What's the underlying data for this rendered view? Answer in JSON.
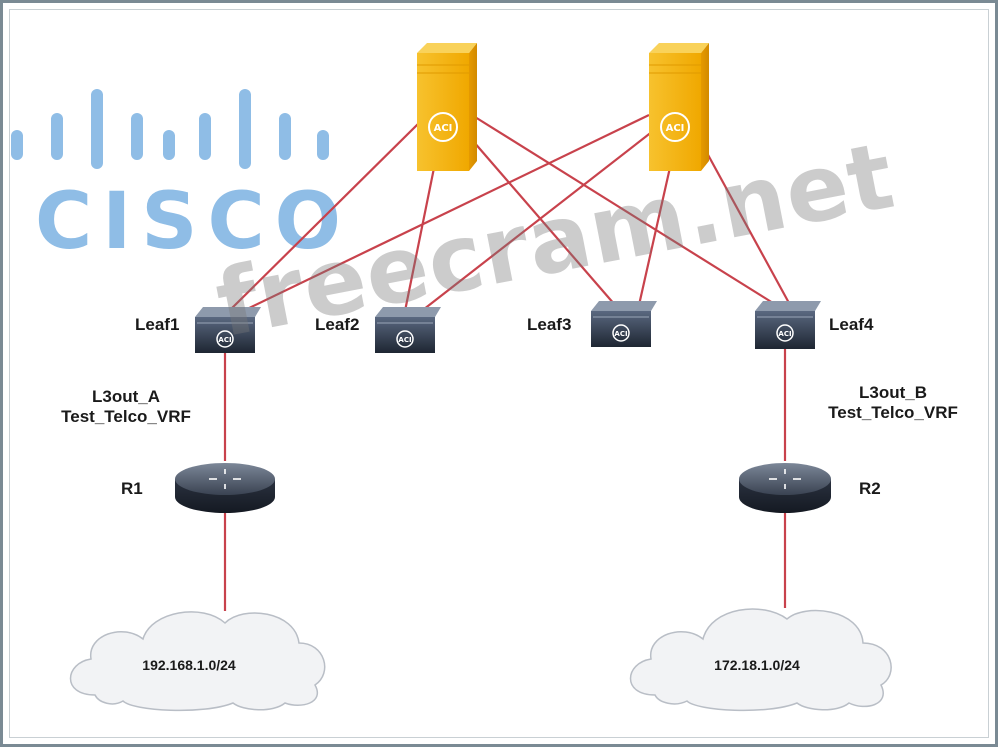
{
  "logo": {
    "word": "CISCO",
    "color": "#8fbde6"
  },
  "watermark": "freecram.net",
  "colors": {
    "link": "#c8424c",
    "spine": "#f2b21c",
    "leaf": "#2f3a4a",
    "router": "#2b3240"
  },
  "spines": [
    {
      "id": "spine1",
      "badge": "ACI"
    },
    {
      "id": "spine2",
      "badge": "ACI"
    }
  ],
  "leaves": [
    {
      "id": "leaf1",
      "label": "Leaf1",
      "badge": "ACI"
    },
    {
      "id": "leaf2",
      "label": "Leaf2",
      "badge": "ACI"
    },
    {
      "id": "leaf3",
      "label": "Leaf3",
      "badge": "ACI"
    },
    {
      "id": "leaf4",
      "label": "Leaf4",
      "badge": "ACI"
    }
  ],
  "routers": [
    {
      "id": "r1",
      "label": "R1"
    },
    {
      "id": "r2",
      "label": "R2"
    }
  ],
  "l3outs": [
    {
      "id": "l3out-a",
      "name": "L3out_A",
      "vrf": "Test_Telco_VRF"
    },
    {
      "id": "l3out-b",
      "name": "L3out_B",
      "vrf": "Test_Telco_VRF"
    }
  ],
  "clouds": [
    {
      "id": "cloud-left",
      "subnet": "192.168.1.0/24"
    },
    {
      "id": "cloud-right",
      "subnet": "172.18.1.0/24"
    }
  ]
}
